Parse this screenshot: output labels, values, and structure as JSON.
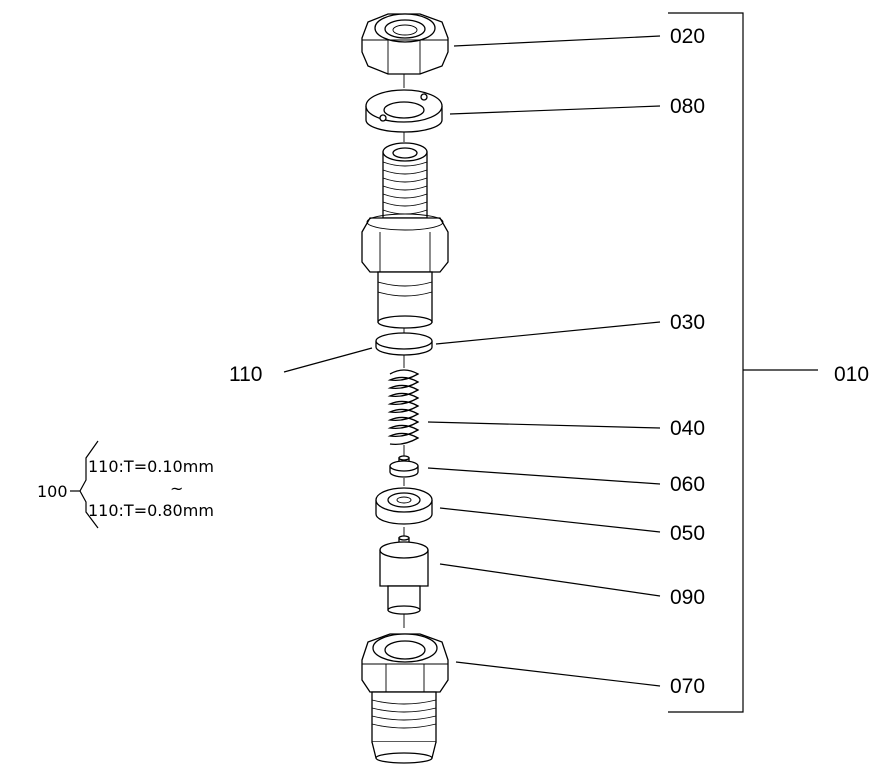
{
  "callouts": {
    "p020": "020",
    "p080": "080",
    "p030": "030",
    "p110": "110",
    "p040": "040",
    "p060": "060",
    "p050": "050",
    "p090": "090",
    "p070": "070",
    "p010": "010"
  },
  "shim_note": {
    "ref": "100",
    "min": "110:T=0.10mm",
    "range_symbol": "~",
    "max": "110:T=0.80mm"
  }
}
